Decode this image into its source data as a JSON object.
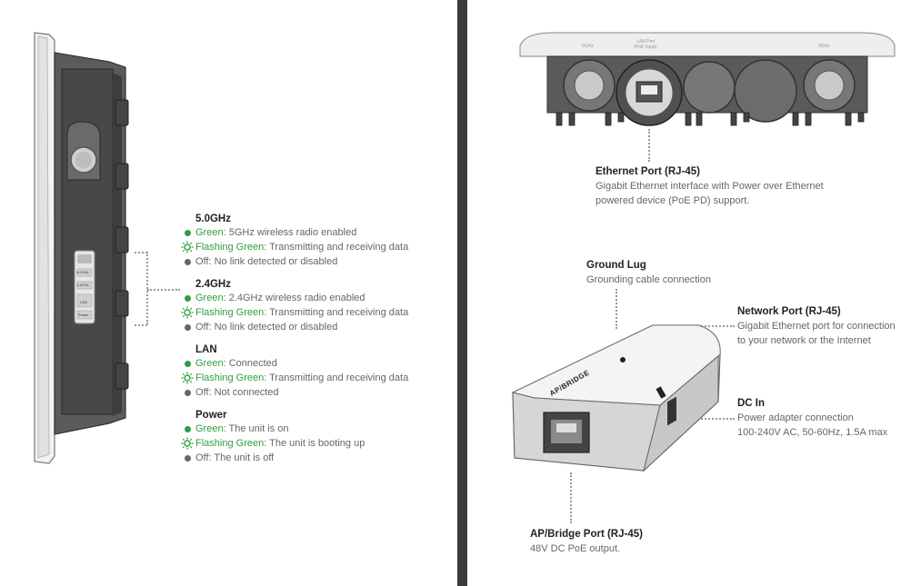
{
  "colors": {
    "green": "#2e9e3e",
    "gray": "#666666",
    "divider": "#3c3c3c"
  },
  "leds": [
    {
      "title": "5.0GHz",
      "items": [
        {
          "icon": "green-dot-icon",
          "label": "Green:",
          "desc": " 5GHz wireless radio enabled"
        },
        {
          "icon": "flashing-green-icon",
          "label": "Flashing Green:",
          "desc": " Transmitting and receiving data"
        },
        {
          "icon": "gray-dot-icon",
          "label": "Off:",
          "desc": " No link detected or disabled"
        }
      ]
    },
    {
      "title": "2.4GHz",
      "items": [
        {
          "icon": "green-dot-icon",
          "label": "Green:",
          "desc": " 2.4GHz wireless radio enabled"
        },
        {
          "icon": "flashing-green-icon",
          "label": "Flashing Green:",
          "desc": " Transmitting and receiving data"
        },
        {
          "icon": "gray-dot-icon",
          "label": "Off:",
          "desc": " No link detected or disabled"
        }
      ]
    },
    {
      "title": "LAN",
      "items": [
        {
          "icon": "green-dot-icon",
          "label": "Green:",
          "desc": " Connected"
        },
        {
          "icon": "flashing-green-icon",
          "label": "Flashing Green:",
          "desc": " Transmitting and receiving data"
        },
        {
          "icon": "gray-dot-icon",
          "label": "Off:",
          "desc": " Not connected"
        }
      ]
    },
    {
      "title": "Power",
      "items": [
        {
          "icon": "green-dot-icon",
          "label": "Green:",
          "desc": " The unit is on"
        },
        {
          "icon": "flashing-green-icon",
          "label": "Flashing Green:",
          "desc": " The unit is booting up"
        },
        {
          "icon": "gray-dot-icon",
          "label": "Off:",
          "desc": " The unit is off"
        }
      ]
    }
  ],
  "device_panel_labels": [
    "5.0GHz",
    "2.4GHz",
    "LAN",
    "Power"
  ],
  "ap_bottom_labels": {
    "left": "5GHz",
    "center_1": "LAN Port",
    "center_2": "(PoE Input)",
    "right": "5GHz"
  },
  "ethernet": {
    "title": "Ethernet Port (RJ-45)",
    "line1": "Gigabit Ethernet interface with Power over Ethernet",
    "line2": "powered device (PoE PD) support."
  },
  "ground": {
    "title": "Ground Lug",
    "line1": "Grounding cable connection"
  },
  "network": {
    "title": "Network Port (RJ-45)",
    "line1": "Gigabit Ethernet port for connection",
    "line2": "to your network or the Internet"
  },
  "dcin": {
    "title": "DC In",
    "line1": "Power adapter connection",
    "line2": "100-240V AC, 50-60Hz, 1.5A max"
  },
  "apbridge": {
    "title": "AP/Bridge Port (RJ-45)",
    "line1": "48V DC PoE output."
  },
  "injector_text": {
    "label": "AP/BRIDGE"
  }
}
